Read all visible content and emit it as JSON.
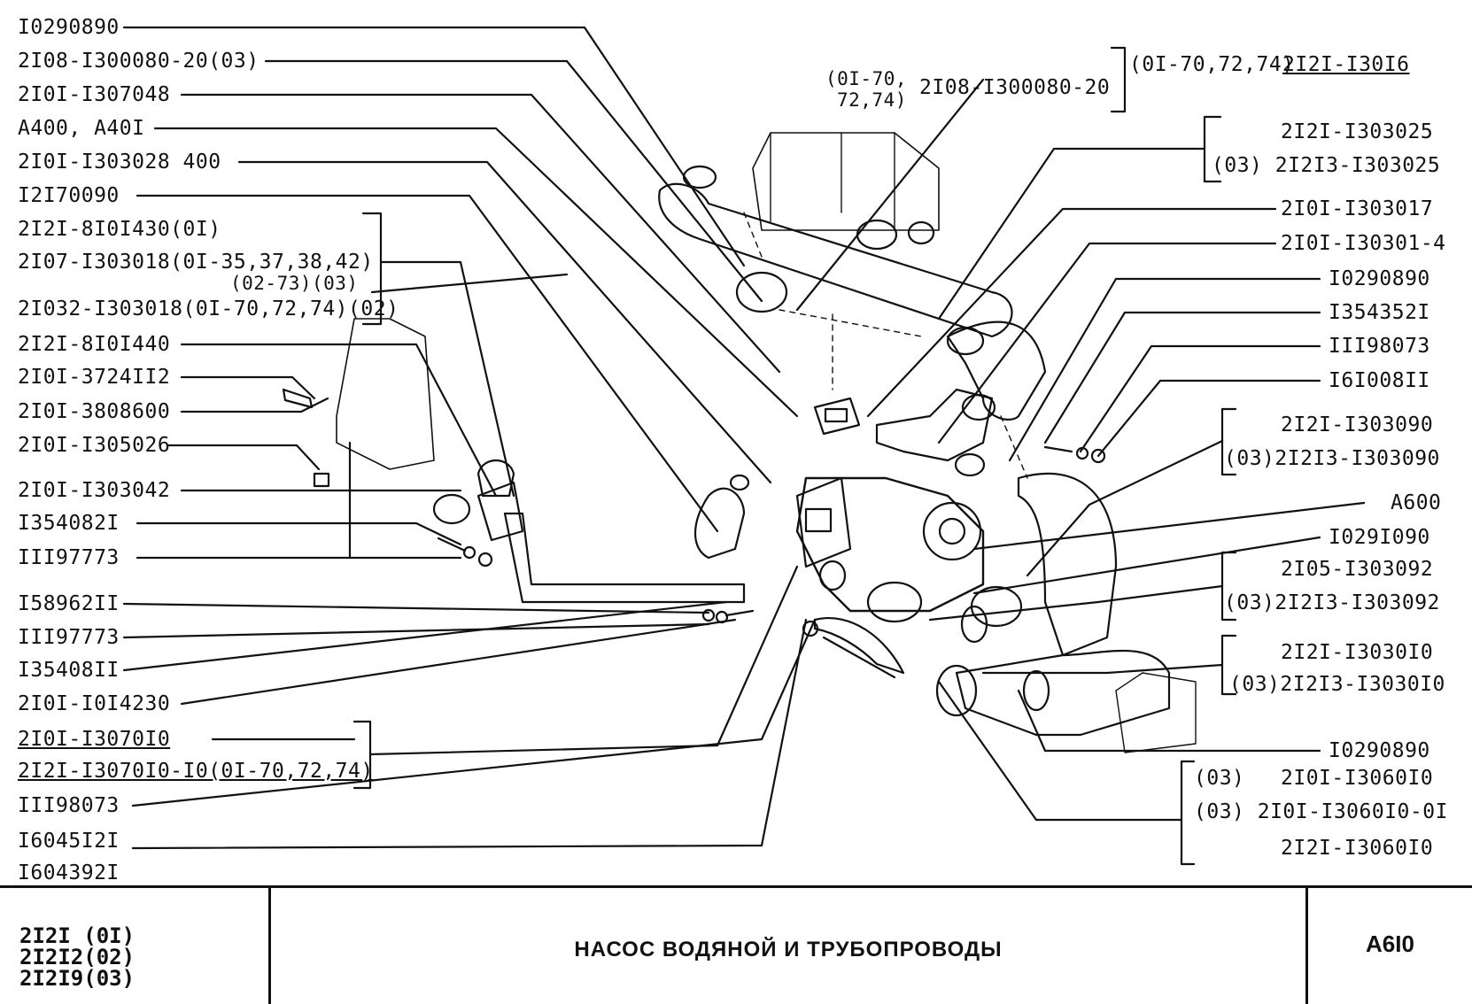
{
  "left_labels": [
    "I0290890",
    "2I08-I300080-20(03)",
    "2I0I-I307048",
    "A400, A40I",
    "2I0I-I303028 400",
    "I2I70090",
    "2I2I-8I0I430(0I)",
    "2I07-I303018(0I-35,37,38,42)",
    "(02-73)(03)",
    "2I032-I303018(0I-70,72,74)(02)",
    "2I2I-8I0I440",
    "2I0I-3724II2",
    "2I0I-3808600",
    "2I0I-I305026",
    "2I0I-I303042",
    "I354082I",
    "III97773",
    "I58962II",
    "III97773",
    "I35408II",
    "2I0I-I0I4230",
    "2I0I-I3070I0",
    "2I2I-I3070I0-I0(0I-70,72,74)",
    "III98073",
    "I6045I2I",
    "I604392I"
  ],
  "right_labels": [
    "(0I-70,72,74)",
    "2I2I-I30I6",
    "2I2I-I303025",
    "(03) 2I2I3-I303025",
    "2I0I-I303017",
    "2I0I-I30301-4",
    "I0290890",
    "I354352I",
    "III98073",
    "I6I008II",
    "2I2I-I303090",
    "(03)2I2I3-I303090",
    "A600",
    "I029I090",
    "2I05-I303092",
    "(03)2I2I3-I303092",
    "2I2I-I3030I0",
    "(03)2I2I3-I3030I0",
    "I0290890",
    "(03)",
    "2I0I-I3060I0",
    "(03) 2I0I-I3060I0-0I",
    "2I2I-I3060I0"
  ],
  "top_labels": {
    "variant_a": "(0I-70,",
    "variant_b": "72,74)",
    "part": "2I08-I300080-20"
  },
  "footer": {
    "models": [
      "2I2I (0I)",
      "2I2I2(02)",
      "2I2I9(03)"
    ],
    "title": "НАСОС ВОДЯНОЙ И ТРУБОПРОВОДЫ",
    "code": "A6I0"
  }
}
